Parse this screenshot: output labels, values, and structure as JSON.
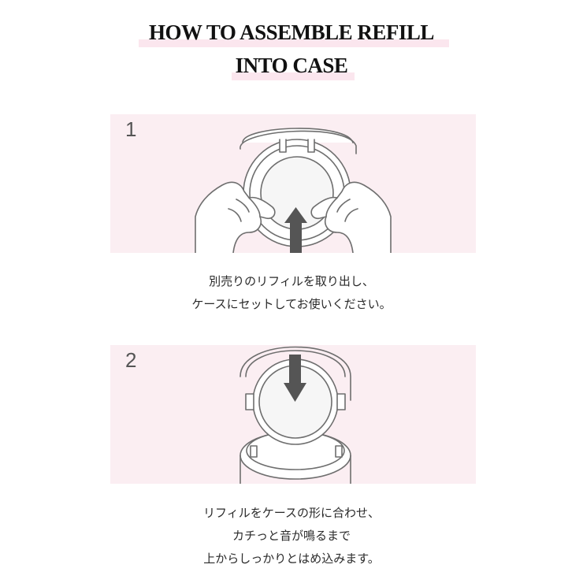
{
  "heading": {
    "line1": "HOW TO ASSEMBLE REFILL",
    "line2": "INTO CASE"
  },
  "colors": {
    "panel_bg": "#fbeef2",
    "title_highlight": "#fbe6ee",
    "arrow": "#555555",
    "line_art": "#6e6e6e"
  },
  "steps": [
    {
      "number": "1",
      "illustration": "hands-lift-refill-icon",
      "caption_lines": [
        "別売りのリフィルを取り出し、",
        "ケースにセットしてお使いください。"
      ]
    },
    {
      "number": "2",
      "illustration": "refill-into-case-icon",
      "caption_lines": [
        "リフィルをケースの形に合わせ、",
        "カチっと音が鳴るまで",
        "上からしっかりとはめ込みます。"
      ]
    }
  ]
}
